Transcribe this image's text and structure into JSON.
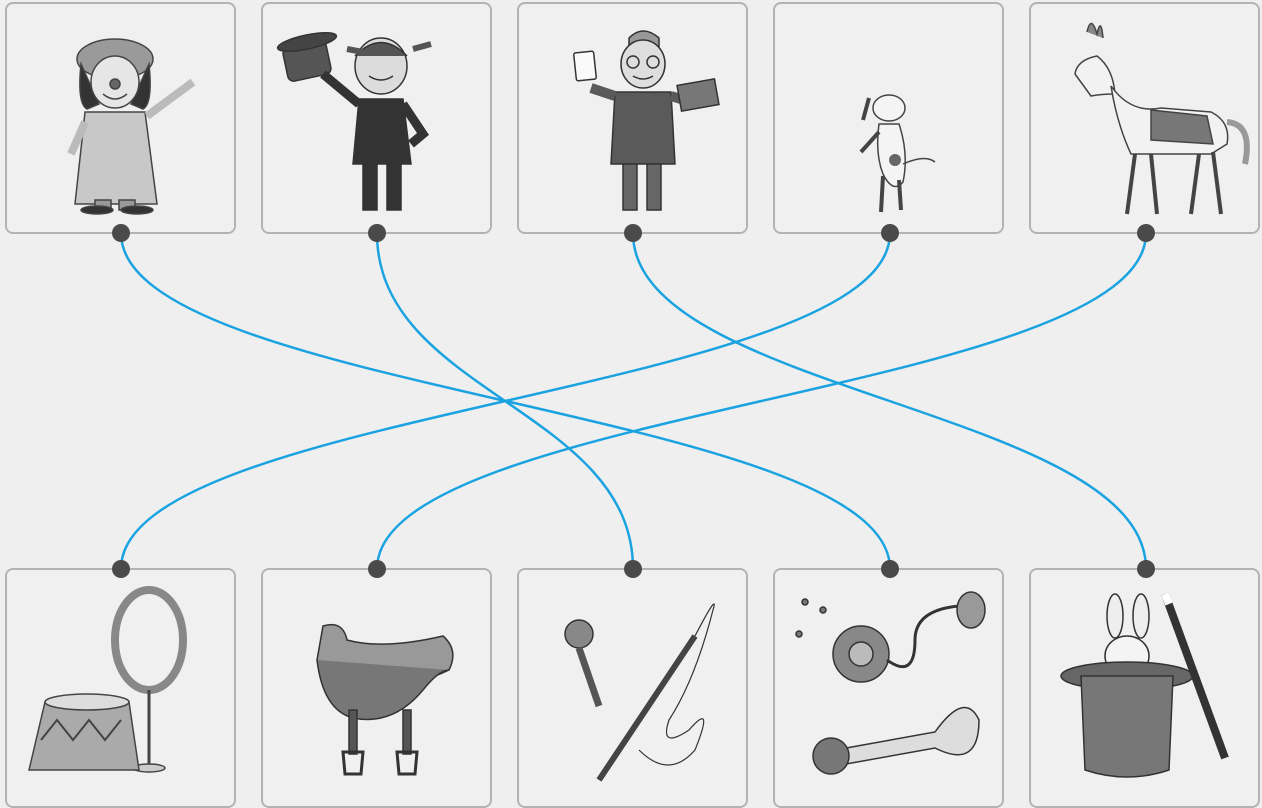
{
  "top_items": [
    {
      "id": "clown",
      "icon": "clown-icon"
    },
    {
      "id": "ringmaster-girl",
      "icon": "ringmaster-girl-icon"
    },
    {
      "id": "magician-boy",
      "icon": "magician-boy-icon"
    },
    {
      "id": "dog",
      "icon": "dancing-dog-icon"
    },
    {
      "id": "horse",
      "icon": "circus-horse-icon"
    }
  ],
  "bottom_items": [
    {
      "id": "hoop-podium",
      "icon": "hoop-and-podium-icon"
    },
    {
      "id": "saddle",
      "icon": "saddle-icon"
    },
    {
      "id": "microphone-whip",
      "icon": "microphone-and-whip-icon"
    },
    {
      "id": "flower-horn",
      "icon": "squirt-flower-and-horn-icon"
    },
    {
      "id": "hat-rabbit",
      "icon": "top-hat-rabbit-and-wand-icon"
    }
  ],
  "connections": [
    {
      "from": 0,
      "to": 3
    },
    {
      "from": 1,
      "to": 2
    },
    {
      "from": 2,
      "to": 4
    },
    {
      "from": 3,
      "to": 0
    },
    {
      "from": 4,
      "to": 1
    }
  ],
  "colors": {
    "line": "#1aa3e0",
    "dot": "#4a4a4a",
    "card_border": "#b3b3b3",
    "background": "#efefef"
  }
}
